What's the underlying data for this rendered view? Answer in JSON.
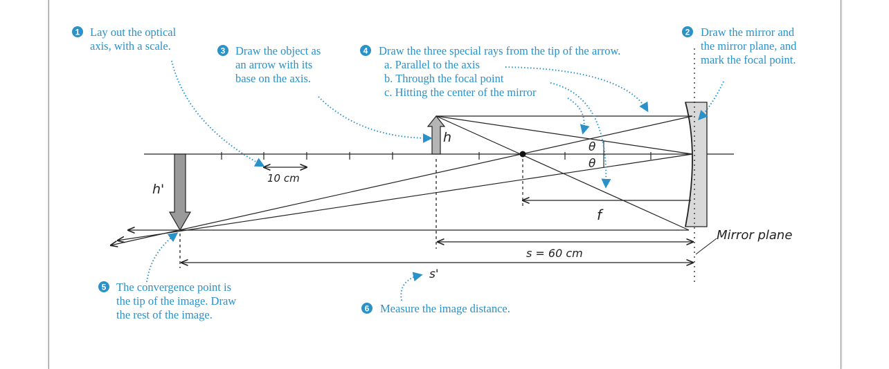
{
  "colors": {
    "annotation": "#2a91c9",
    "ink": "#222222",
    "mirror_fill": "#d9d9d9",
    "arrow_fill": "#b5b5b5"
  },
  "steps": [
    {
      "num": "1",
      "lines": [
        "Lay out the optical",
        "axis, with a scale."
      ]
    },
    {
      "num": "2",
      "lines": [
        "Draw the mirror and",
        "the mirror plane, and",
        "mark the focal point."
      ]
    },
    {
      "num": "3",
      "lines": [
        "Draw the object as",
        "an arrow with its",
        "base on the axis."
      ]
    },
    {
      "num": "4",
      "lines": [
        "Draw the three special rays from the tip of the arrow.",
        "a. Parallel to the axis",
        "b. Through the focal point",
        "c. Hitting the center of the mirror"
      ]
    },
    {
      "num": "5",
      "lines": [
        "The convergence point is",
        "the tip of the image. Draw",
        "the rest of the image."
      ]
    },
    {
      "num": "6",
      "lines": [
        "Measure the image distance."
      ]
    }
  ],
  "labels": {
    "object_height": "h",
    "image_height": "h'",
    "scale": "10 cm",
    "focal": "f",
    "theta_upper": "θ",
    "theta_lower": "θ",
    "object_distance": "s = 60 cm",
    "image_distance": "s'",
    "mirror_plane": "Mirror plane"
  }
}
